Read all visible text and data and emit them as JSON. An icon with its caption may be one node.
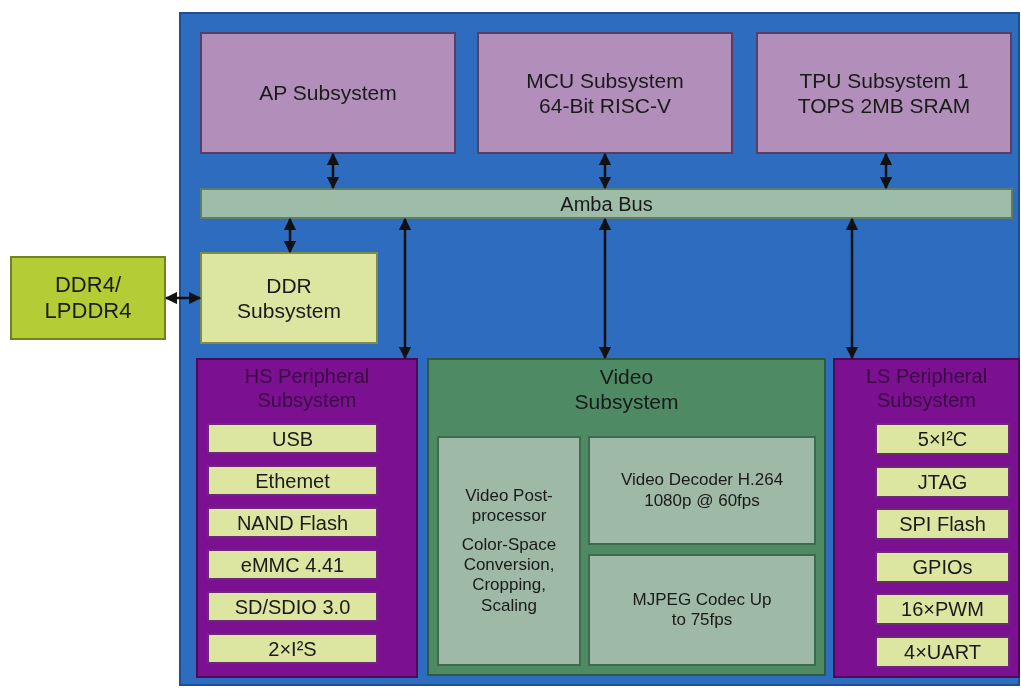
{
  "diagram": {
    "nodes": [
      {
        "text": [],
        "shape": "box"
      },
      {
        "text": [
          "AP Subsystem"
        ],
        "in": 0
      },
      {
        "text": [
          "MCU Subsystem 64-Bit RISC-V"
        ],
        "in": 0
      },
      {
        "text": [
          "TPU Subsystem 1 TOPS 2MB SRAM"
        ],
        "in": 0
      },
      {
        "text": [
          "Amba Bus"
        ],
        "in": 0
      },
      {
        "text": [
          "DDR4/ LPDDR4"
        ]
      },
      {
        "text": [
          "DDR Subsystem"
        ],
        "in": 0
      },
      {
        "text": [
          "HS Peripheral Subsystem"
        ],
        "in": 0
      },
      {
        "text": [
          "USB"
        ],
        "in": 7
      },
      {
        "text": [
          "Ethemet"
        ],
        "in": 7
      },
      {
        "text": [
          "NAND Flash"
        ],
        "in": 7
      },
      {
        "text": [
          "eMMC 4.41"
        ],
        "in": 7
      },
      {
        "text": [
          "SD/SDIO 3.0"
        ],
        "in": 7
      },
      {
        "text": [
          "2×I²S"
        ],
        "in": 7
      },
      {
        "text": [
          "Video Subsystem"
        ],
        "in": 0
      },
      {
        "text": [
          "Video Post-processor",
          "Color-Space Conversion, Cropping, Scaling"
        ],
        "in": 14
      },
      {
        "text": [
          "Video Decoder H.264 1080p @ 60fps"
        ],
        "in": 14
      },
      {
        "text": [
          "MJPEG Codec Up to 75fps"
        ],
        "in": 14
      },
      {
        "text": [
          "LS Peripheral Subsystem"
        ],
        "in": 0
      },
      {
        "text": [
          "5×I²C"
        ],
        "in": 18
      },
      {
        "text": [
          "JTAG"
        ],
        "in": 18
      },
      {
        "text": [
          "SPI Flash"
        ],
        "in": 18
      },
      {
        "text": [
          "GPIOs"
        ],
        "in": 18
      },
      {
        "text": [
          "16×PWM"
        ],
        "in": 18
      },
      {
        "text": [
          "4×UART"
        ],
        "in": 18
      }
    ],
    "edges": [
      {
        "from": 1,
        "to": 4,
        "arrow": "both"
      },
      {
        "from": 2,
        "to": 4,
        "arrow": "both"
      },
      {
        "from": 3,
        "to": 4,
        "arrow": "both"
      },
      {
        "from": 4,
        "to": 6,
        "arrow": "both"
      },
      {
        "from": 4,
        "to": 7,
        "arrow": "both"
      },
      {
        "from": 4,
        "to": 14,
        "arrow": "both"
      },
      {
        "from": 4,
        "to": 18,
        "arrow": "both"
      },
      {
        "from": 5,
        "to": 6,
        "arrow": "both"
      }
    ]
  }
}
